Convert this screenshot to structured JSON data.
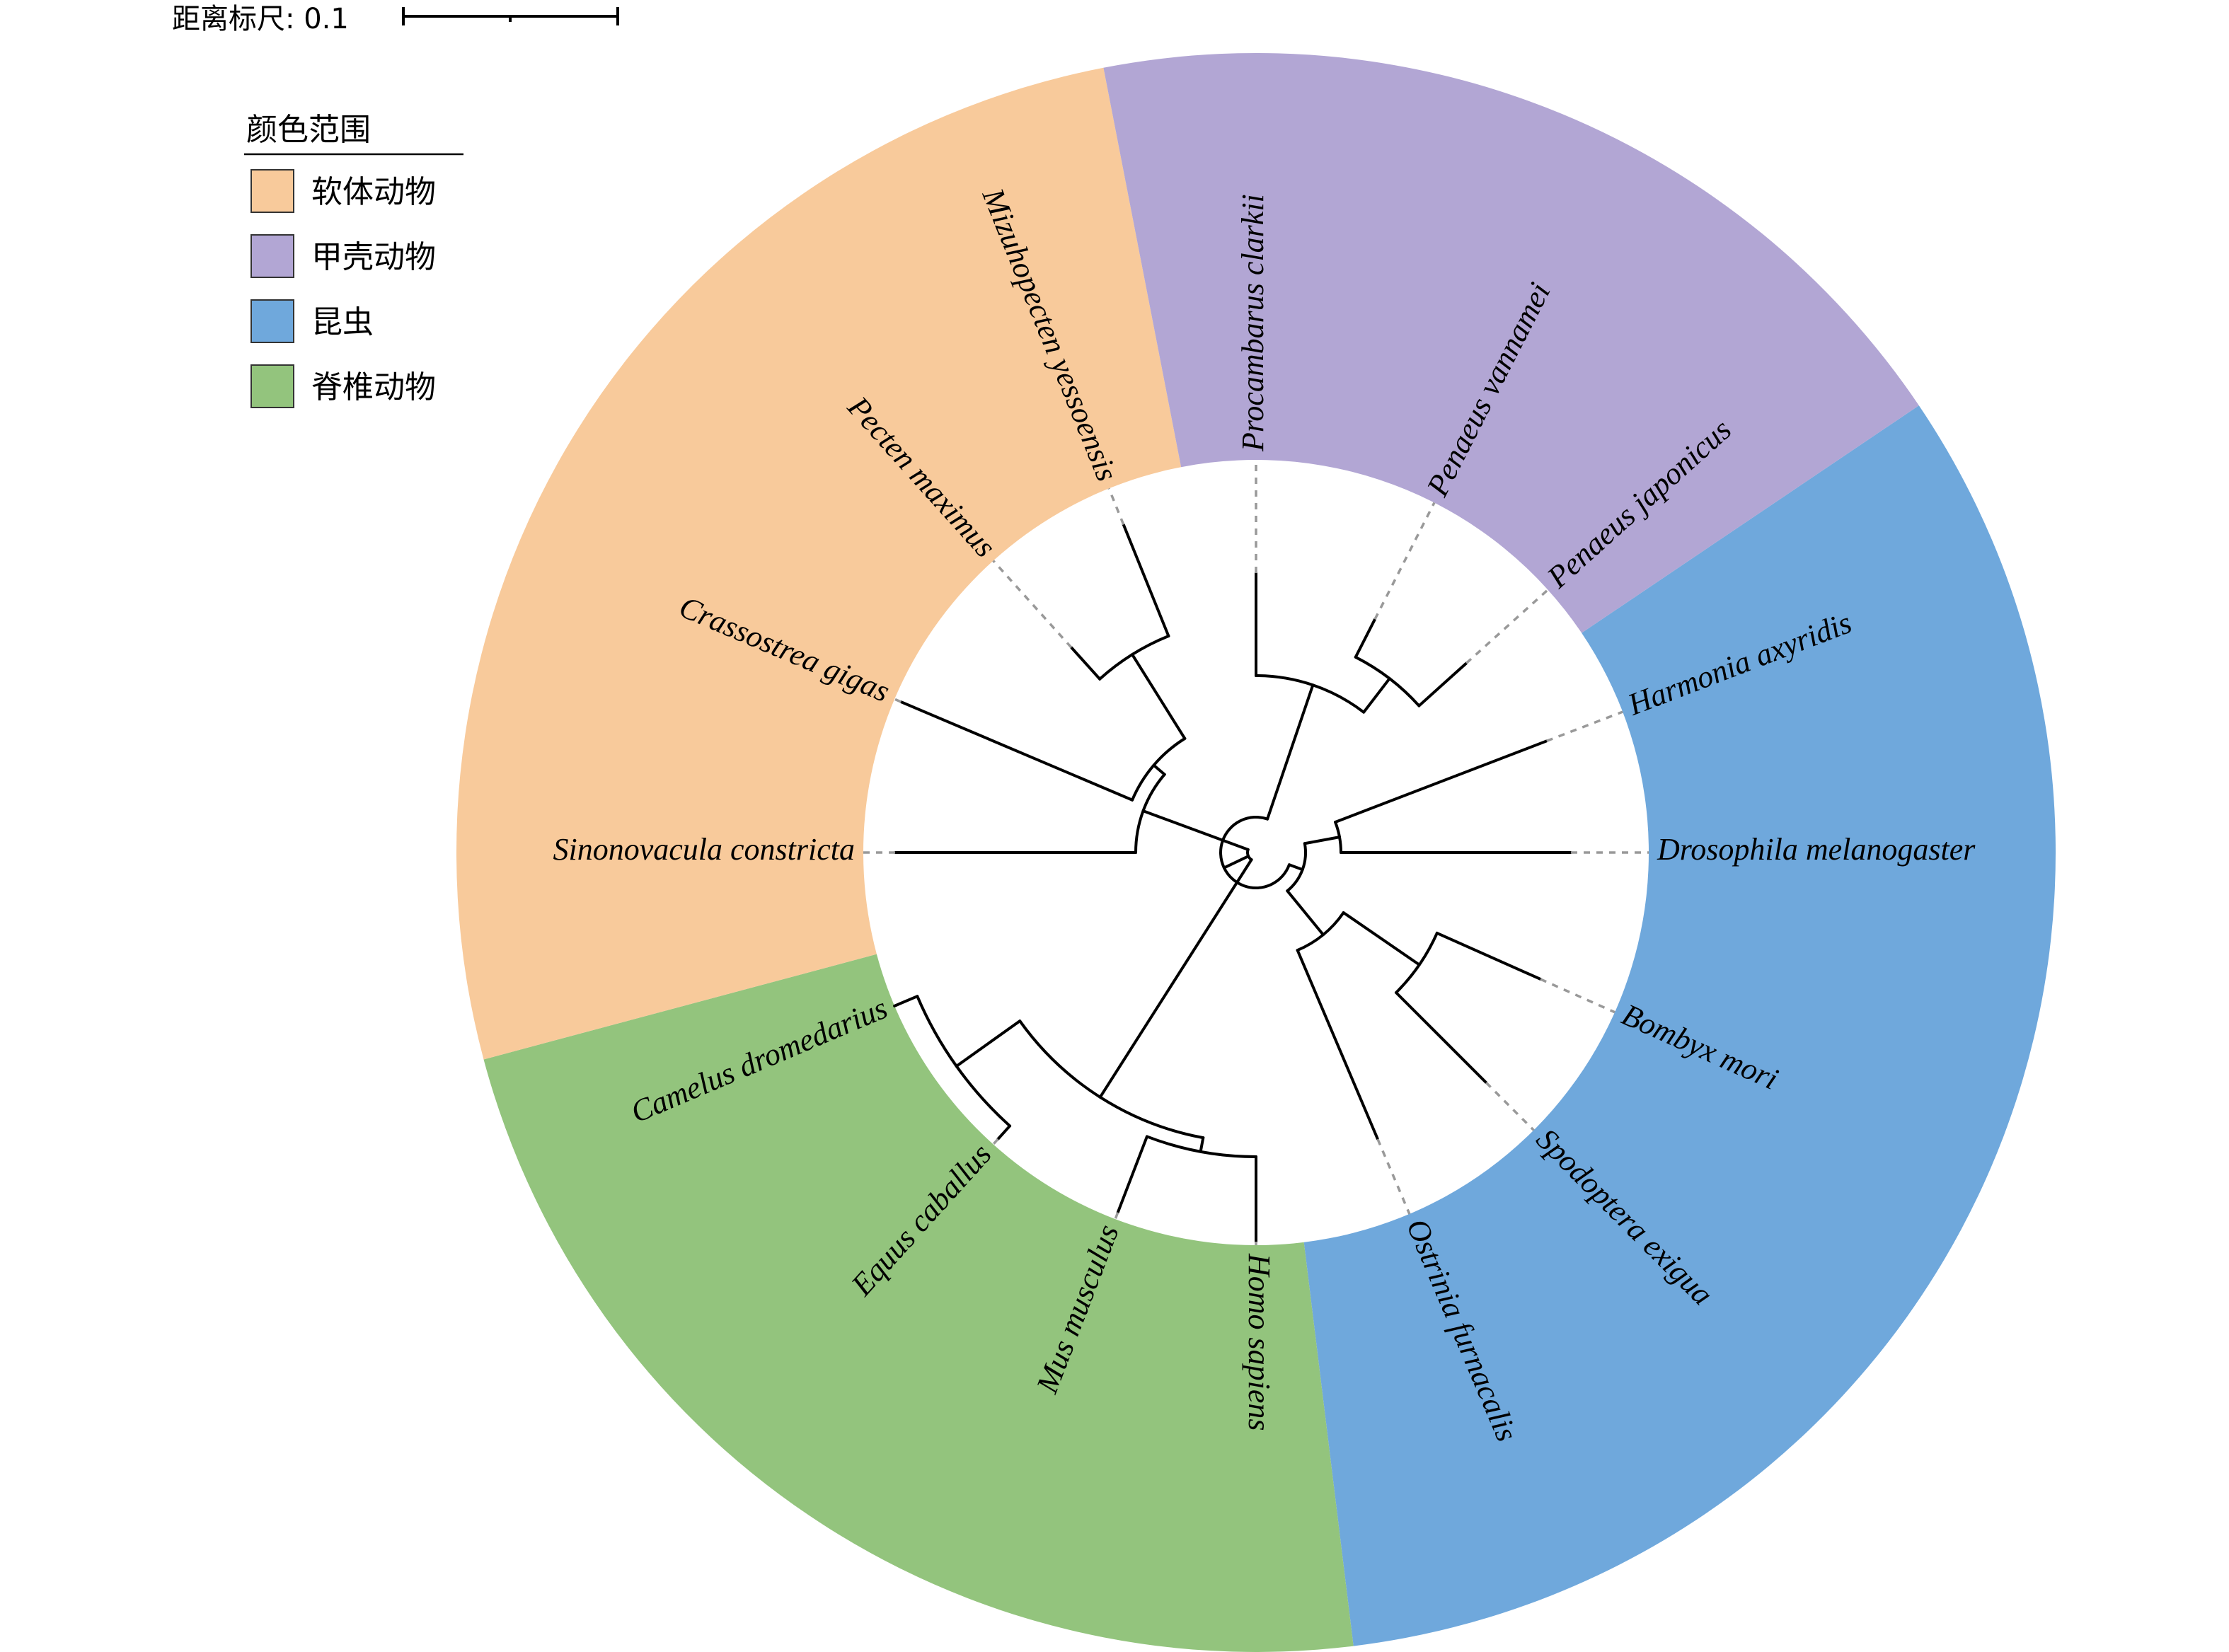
{
  "scale_bar": {
    "label": "距离标尺: 0.1"
  },
  "legend": {
    "title": "颜色范围",
    "items": [
      {
        "key": "mollusc",
        "label": "软体动物",
        "color": "#F8CA9B"
      },
      {
        "key": "crustacea",
        "label": "甲壳动物",
        "color": "#B2A6D4"
      },
      {
        "key": "insect",
        "label": "昆虫",
        "color": "#6FA8DC"
      },
      {
        "key": "vertebrate",
        "label": "脊椎动物",
        "color": "#93C47D"
      }
    ]
  },
  "tree": {
    "leaves": [
      {
        "id": "dm",
        "name": "Drosophila melanogaster",
        "group": "insect",
        "angle": 0
      },
      {
        "id": "ha",
        "name": "Harmonia axyridis",
        "group": "insect",
        "angle": -21
      },
      {
        "id": "pj",
        "name": "Penaeus japonicus",
        "group": "crustacea",
        "angle": -42
      },
      {
        "id": "pv",
        "name": "Penaeus vannamei",
        "group": "crustacea",
        "angle": -63
      },
      {
        "id": "pc",
        "name": "Procambarus clarkii",
        "group": "crustacea",
        "angle": -90
      },
      {
        "id": "my",
        "name": "Mizuhopecten yessoensis",
        "group": "mollusc",
        "angle": -112
      },
      {
        "id": "pm",
        "name": "Pecten maximus",
        "group": "mollusc",
        "angle": -132
      },
      {
        "id": "cg",
        "name": "Crassostrea gigas",
        "group": "mollusc",
        "angle": -157
      },
      {
        "id": "sc",
        "name": "Sinonovacula constricta",
        "group": "mollusc",
        "angle": 180
      },
      {
        "id": "cd",
        "name": "Camelus dromedarius",
        "group": "vertebrate",
        "angle": 157
      },
      {
        "id": "ec",
        "name": "Equus caballus",
        "group": "vertebrate",
        "angle": 132
      },
      {
        "id": "mm",
        "name": "Mus musculus",
        "group": "vertebrate",
        "angle": 111
      },
      {
        "id": "hs",
        "name": "Homo sapiens",
        "group": "vertebrate",
        "angle": 90
      },
      {
        "id": "of",
        "name": "Ostrinia furnacalis",
        "group": "insect",
        "angle": 67
      },
      {
        "id": "se",
        "name": "Spodoptera exigua",
        "group": "insect",
        "angle": 45
      },
      {
        "id": "bm",
        "name": "Bombyx mori",
        "group": "insect",
        "angle": 24
      }
    ]
  }
}
